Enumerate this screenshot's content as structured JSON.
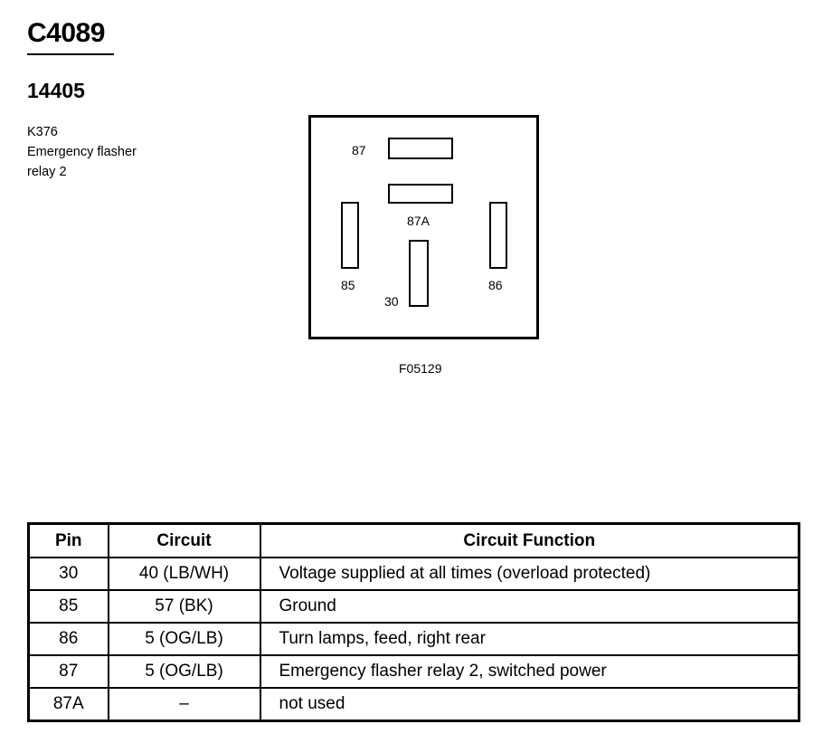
{
  "connector": {
    "id": "C4089",
    "part_number": "14405",
    "component_code": "K376",
    "component_name_line1": "Emergency flasher",
    "component_name_line2": "relay 2"
  },
  "diagram": {
    "figure_id": "F05129",
    "pins": {
      "p87": "87",
      "p87a": "87A",
      "p85": "85",
      "p86": "86",
      "p30": "30"
    }
  },
  "table": {
    "headers": {
      "pin": "Pin",
      "circuit": "Circuit",
      "function": "Circuit Function"
    },
    "rows": [
      {
        "pin": "30",
        "circuit": "40 (LB/WH)",
        "function": "Voltage supplied at all times (overload protected)"
      },
      {
        "pin": "85",
        "circuit": "57 (BK)",
        "function": "Ground"
      },
      {
        "pin": "86",
        "circuit": "5 (OG/LB)",
        "function": "Turn lamps, feed, right rear"
      },
      {
        "pin": "87",
        "circuit": "5 (OG/LB)",
        "function": "Emergency flasher relay 2, switched power"
      },
      {
        "pin": "87A",
        "circuit": "–",
        "function": "not used"
      }
    ]
  }
}
